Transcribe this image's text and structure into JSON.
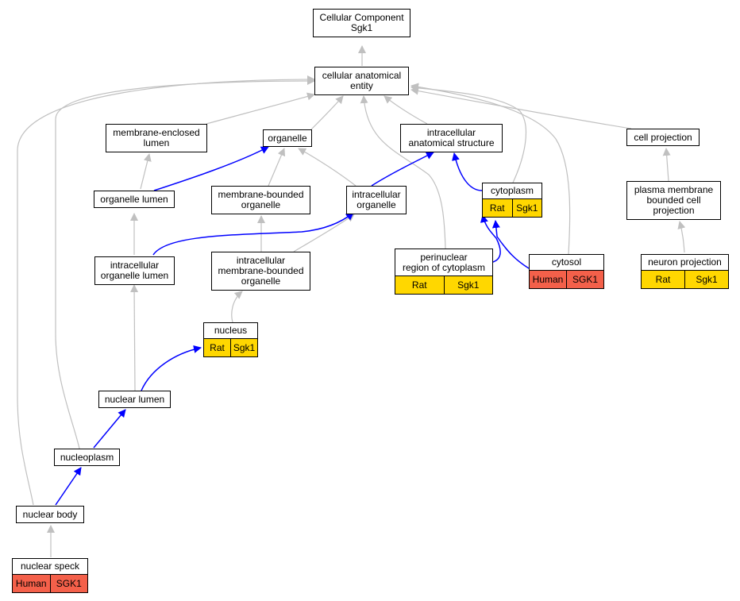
{
  "colors": {
    "gray_edge": "#c0c0c0",
    "blue_edge": "#0000ff",
    "rat_fill": "#ffd700",
    "human_fill": "#f4604a"
  },
  "nodes": {
    "root": {
      "label": "Cellular Component\nSgk1"
    },
    "cae": {
      "label": "cellular anatomical\nentity"
    },
    "mel": {
      "label": "membrane-enclosed\nlumen"
    },
    "organelle": {
      "label": "organelle"
    },
    "ias": {
      "label": "intracellular\nanatomical structure"
    },
    "cellproj": {
      "label": "cell projection"
    },
    "orglumen": {
      "label": "organelle lumen"
    },
    "mbo": {
      "label": "membrane-bounded\norganelle"
    },
    "intorg": {
      "label": "intracellular\norganelle"
    },
    "cytoplasm": {
      "label": "cytoplasm",
      "ann": [
        "Rat",
        "Sgk1"
      ],
      "ann_color": "rat"
    },
    "pmbcp": {
      "label": "plasma membrane\nbounded cell\nprojection"
    },
    "iol": {
      "label": "intracellular\norganelle lumen"
    },
    "imbo": {
      "label": "intracellular\nmembrane-bounded\norganelle"
    },
    "perinuc": {
      "label": "perinuclear\nregion of cytoplasm",
      "ann": [
        "Rat",
        "Sgk1"
      ],
      "ann_color": "rat"
    },
    "cytosol": {
      "label": "cytosol",
      "ann": [
        "Human",
        "SGK1"
      ],
      "ann_color": "human"
    },
    "neuronproj": {
      "label": "neuron projection",
      "ann": [
        "Rat",
        "Sgk1"
      ],
      "ann_color": "rat"
    },
    "nucleus": {
      "label": "nucleus",
      "ann": [
        "Rat",
        "Sgk1"
      ],
      "ann_color": "rat"
    },
    "nuclumen": {
      "label": "nuclear lumen"
    },
    "nucleoplasm": {
      "label": "nucleoplasm"
    },
    "nucbody": {
      "label": "nuclear body"
    },
    "nucspeck": {
      "label": "nuclear speck",
      "ann": [
        "Human",
        "SGK1"
      ],
      "ann_color": "human"
    }
  }
}
